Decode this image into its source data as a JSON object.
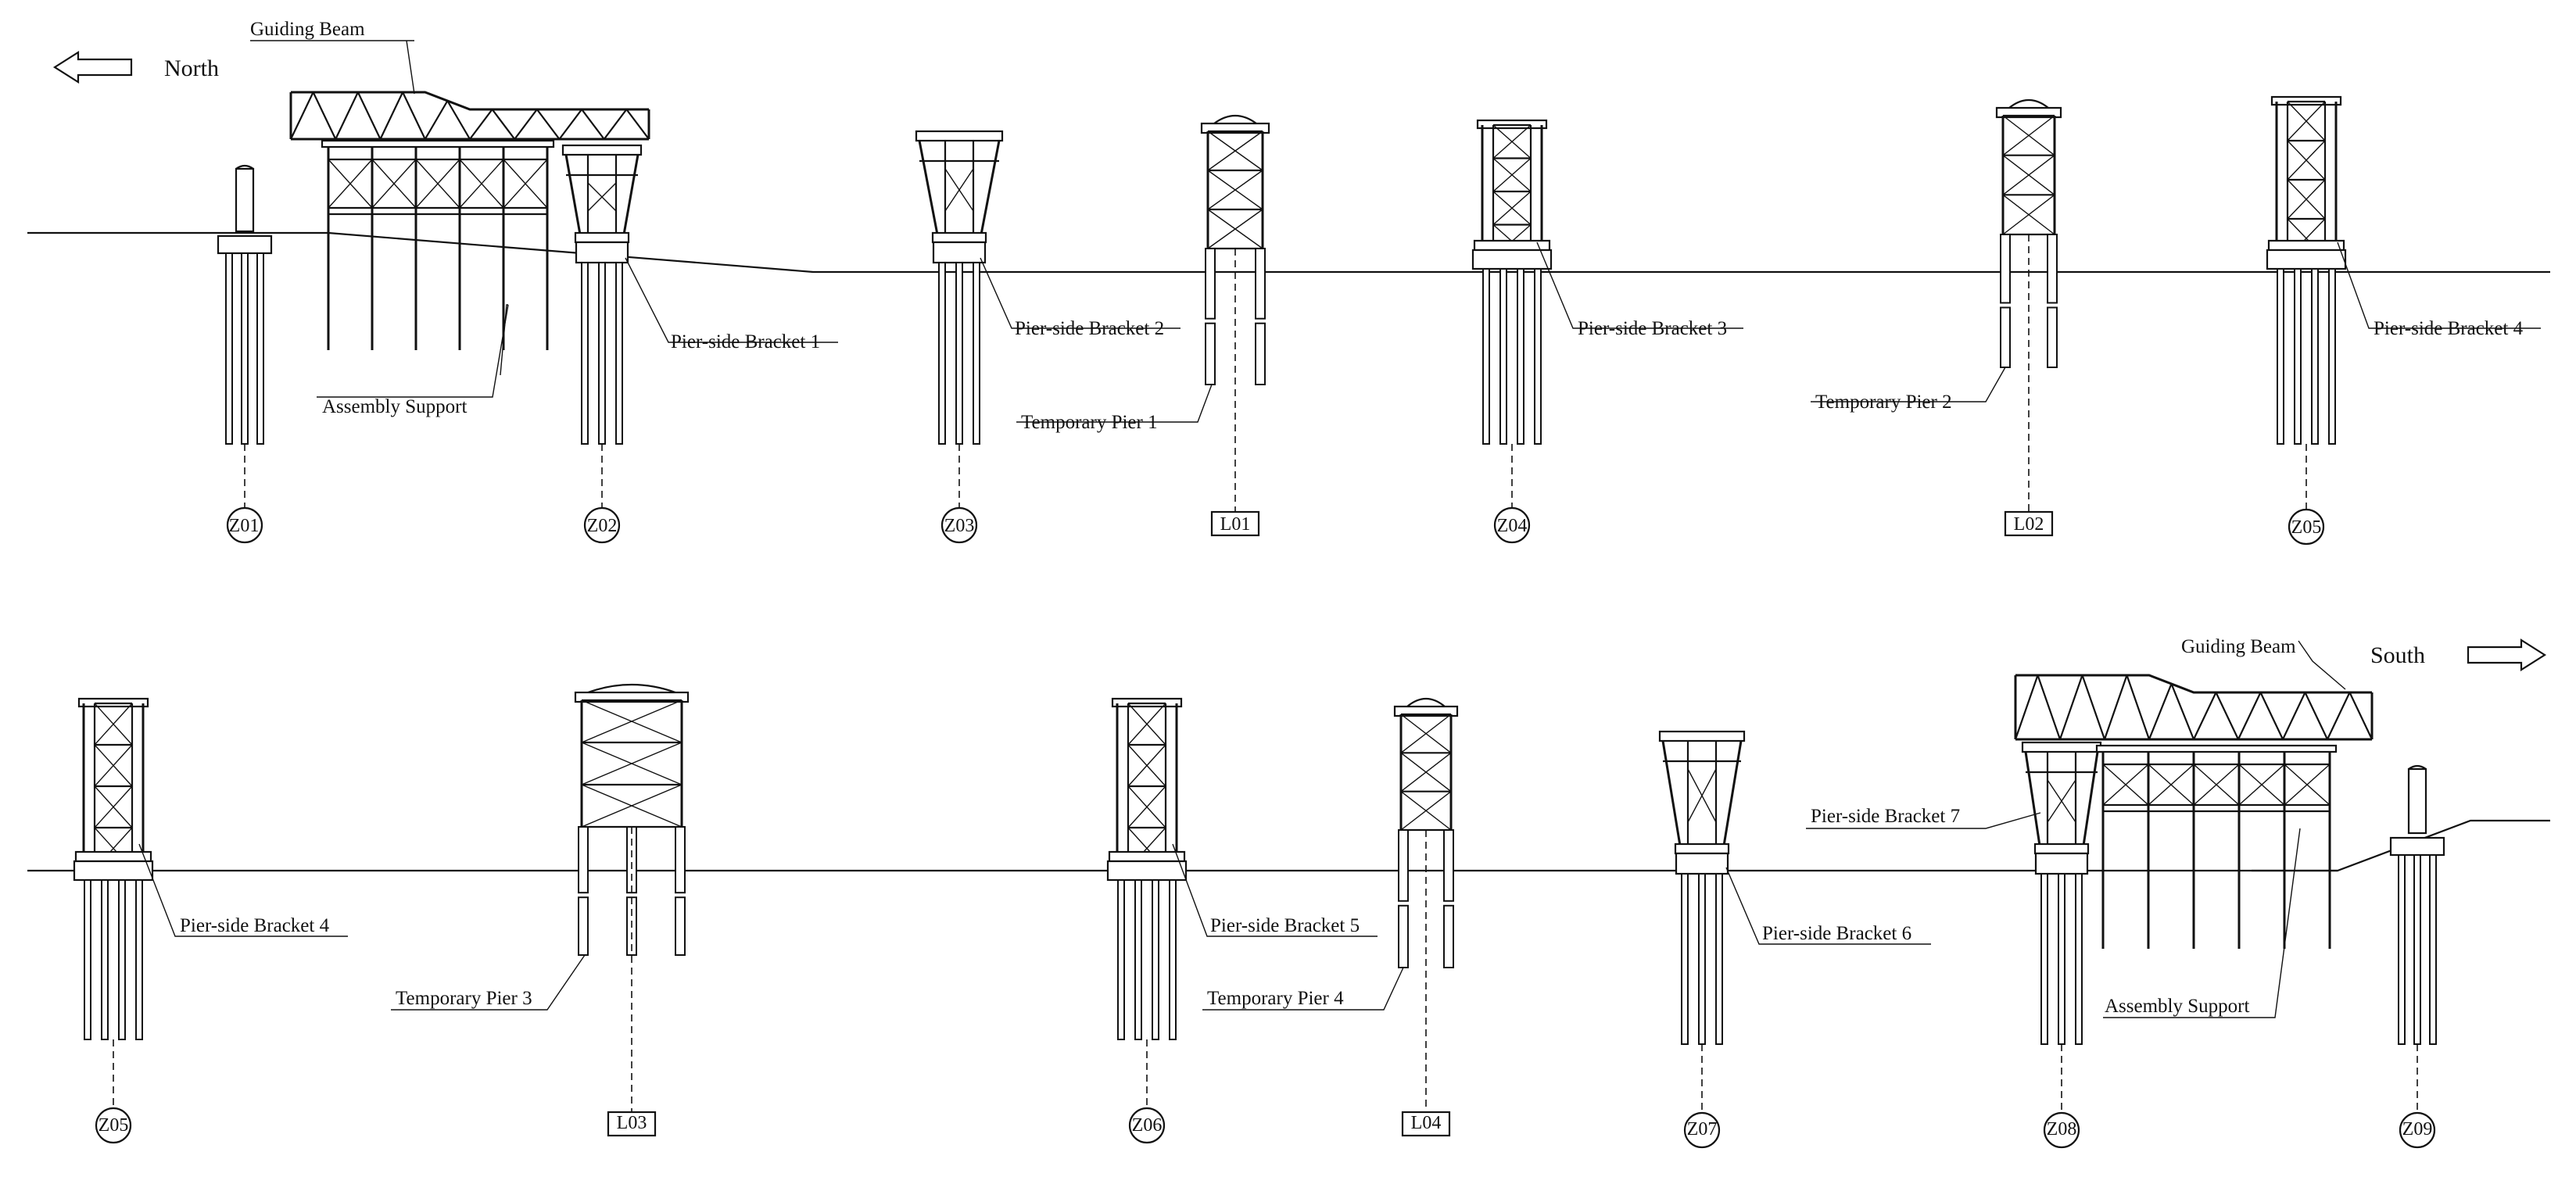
{
  "directions": {
    "north": "North",
    "south": "South"
  },
  "top_row": {
    "guiding_beam": "Guiding Beam",
    "assembly_support": "Assembly Support",
    "brackets": [
      "Pier-side Bracket 1",
      "Pier-side Bracket 2",
      "Pier-side Bracket 3",
      "Pier-side Bracket 4"
    ],
    "temporary_piers": [
      "Temporary Pier 1",
      "Temporary Pier 2"
    ],
    "pier_ids": [
      "Z01",
      "Z02",
      "Z03",
      "L01",
      "Z04",
      "L02",
      "Z05"
    ]
  },
  "bottom_row": {
    "guiding_beam": "Guiding Beam",
    "assembly_support": "Assembly Support",
    "brackets": [
      "Pier-side Bracket 4",
      "Pier-side Bracket 5",
      "Pier-side Bracket 6",
      "Pier-side Bracket 7"
    ],
    "temporary_piers": [
      "Temporary Pier 3",
      "Temporary Pier 4"
    ],
    "pier_ids": [
      "Z05",
      "L03",
      "Z06",
      "L04",
      "Z07",
      "Z08",
      "Z09"
    ]
  }
}
